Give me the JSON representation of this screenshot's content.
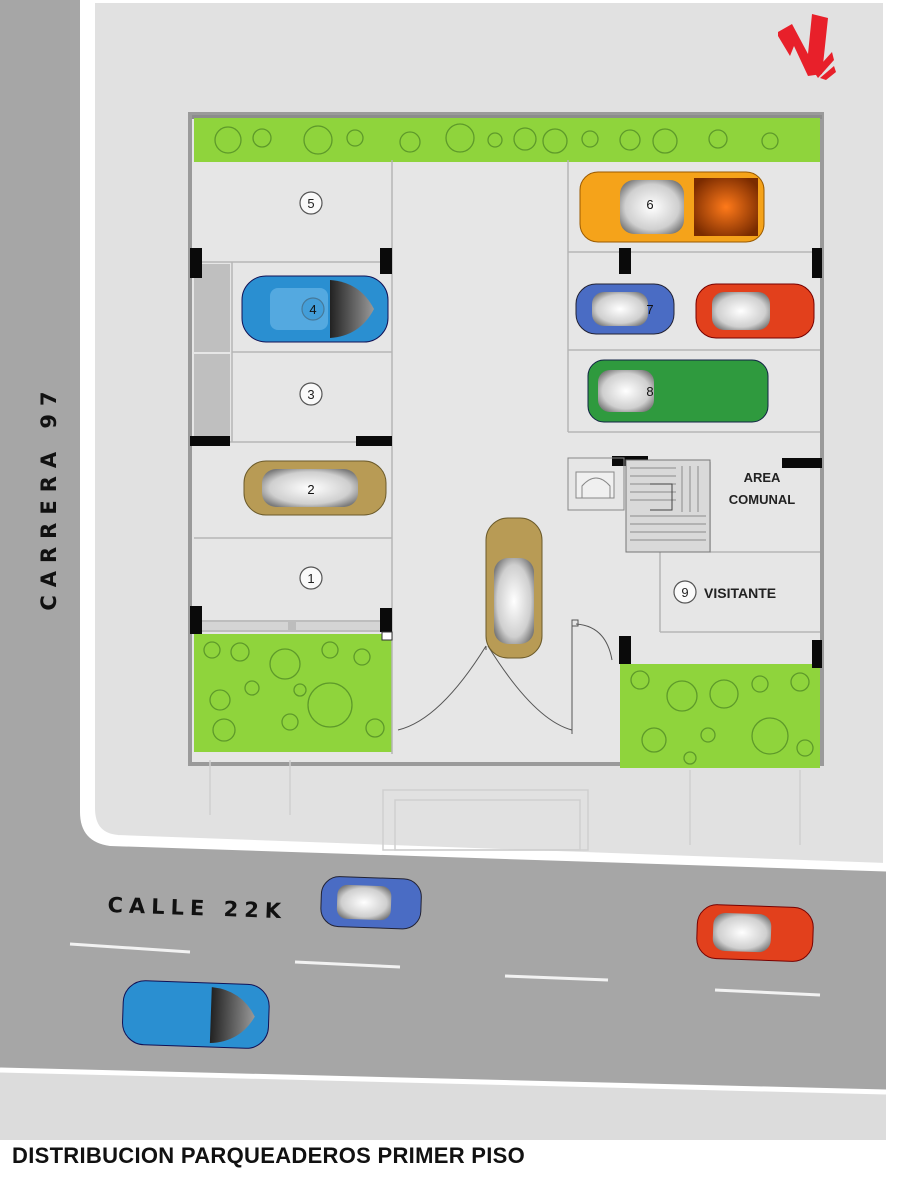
{
  "title": "DISTRIBUCION PARQUEADEROS PRIMER PISO",
  "streets": {
    "carrera": "CARRERA 97",
    "calle": "CALLE 22K"
  },
  "areas": {
    "area_comunal": [
      "AREA",
      "COMUNAL"
    ],
    "visitante": "VISITANTE"
  },
  "spots": [
    "1",
    "2",
    "3",
    "4",
    "5",
    "6",
    "7",
    "8",
    "9"
  ],
  "colors": {
    "road": "#a6a6a6",
    "sidewalk": "#dddddd",
    "floor": "#e6e6e6",
    "garden": "#8fd43c",
    "north_arrow": "#e8202a",
    "car_blue": "#2a8fd1",
    "car_gold": "#b89b55",
    "car_orange": "#f5a31a",
    "car_navy": "#4a6cc4",
    "car_red": "#e2401c",
    "car_green": "#2f9a3e"
  },
  "icons": [
    "north-arrow-icon",
    "stairs-icon",
    "car-icon",
    "tree-icon",
    "door-swing-icon"
  ]
}
